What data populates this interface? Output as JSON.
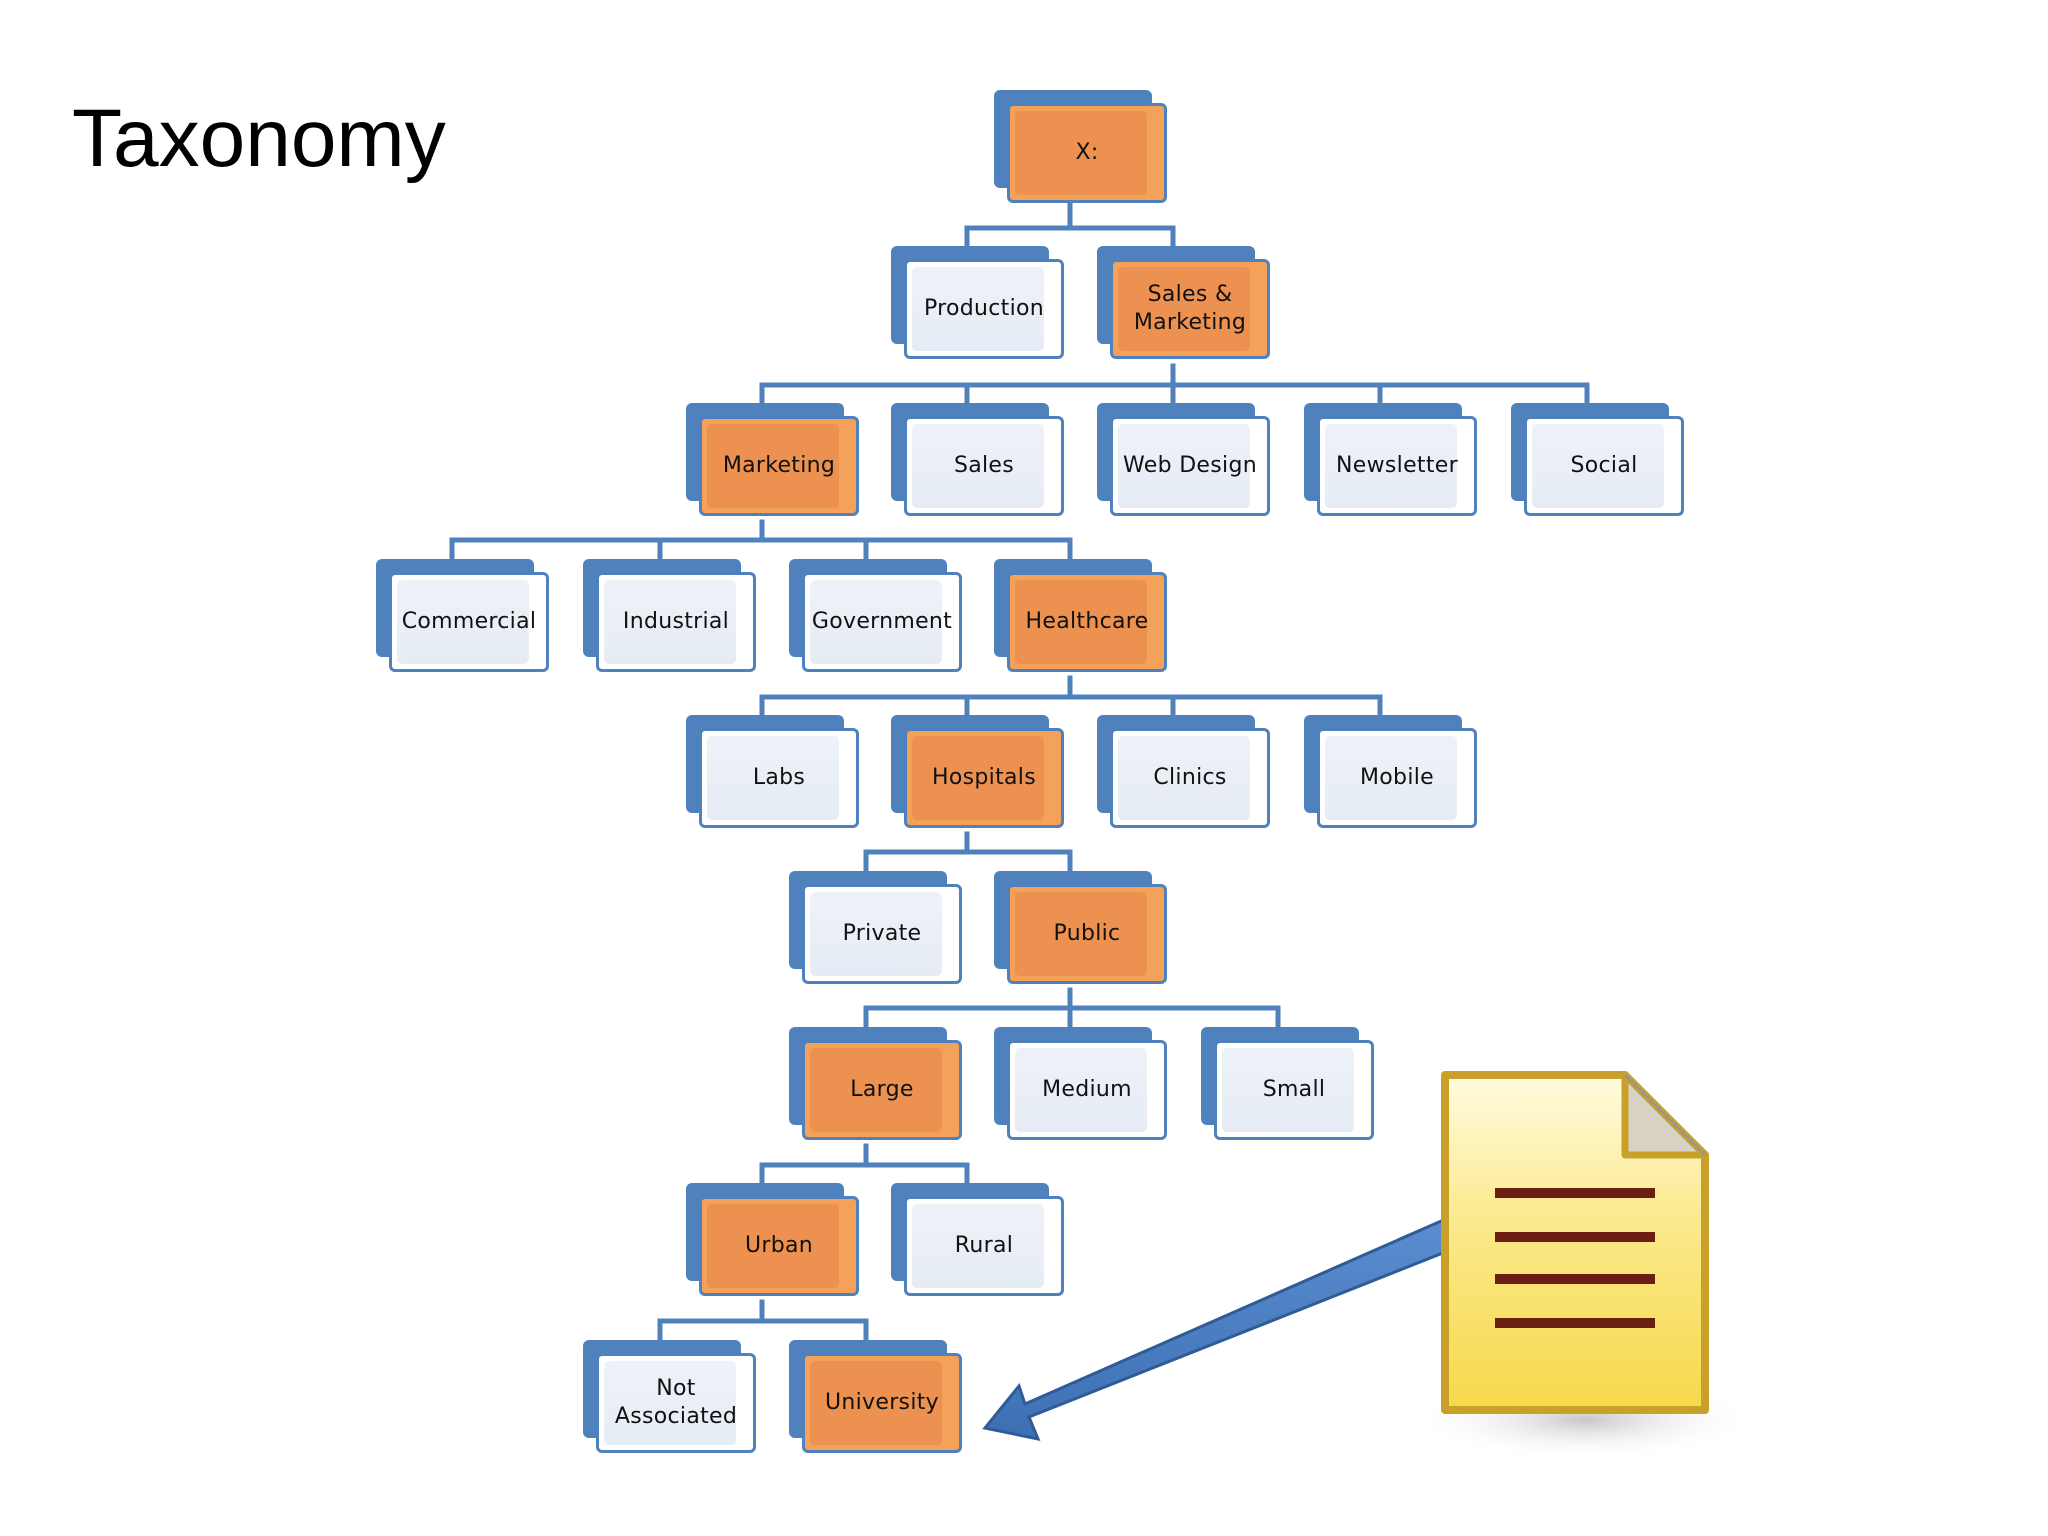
{
  "title": "Taxonomy",
  "colors": {
    "connector": "#4f81bd",
    "node_border": "#4f81bd",
    "highlight": "#ed9150",
    "arrow": "#4f81bd",
    "doc_gold": "#c9a12a"
  },
  "tree": {
    "root": "X:",
    "level1": [
      "Production",
      "Sales & Marketing"
    ],
    "level2": [
      "Marketing",
      "Sales",
      "Web Design",
      "Newsletter",
      "Social"
    ],
    "level3": [
      "Commercial",
      "Industrial",
      "Government",
      "Healthcare"
    ],
    "level4": [
      "Labs",
      "Hospitals",
      "Clinics",
      "Mobile"
    ],
    "level5": [
      "Private",
      "Public"
    ],
    "level6": [
      "Large",
      "Medium",
      "Small"
    ],
    "level7": [
      "Urban",
      "Rural"
    ],
    "level8": [
      "Not Associated",
      "University"
    ]
  },
  "highlighted_path": [
    "X:",
    "Sales & Marketing",
    "Marketing",
    "Healthcare",
    "Hospitals",
    "Public",
    "Large",
    "Urban",
    "University"
  ],
  "icons": {
    "document": "document-icon",
    "arrow": "pointer-arrow-icon"
  }
}
